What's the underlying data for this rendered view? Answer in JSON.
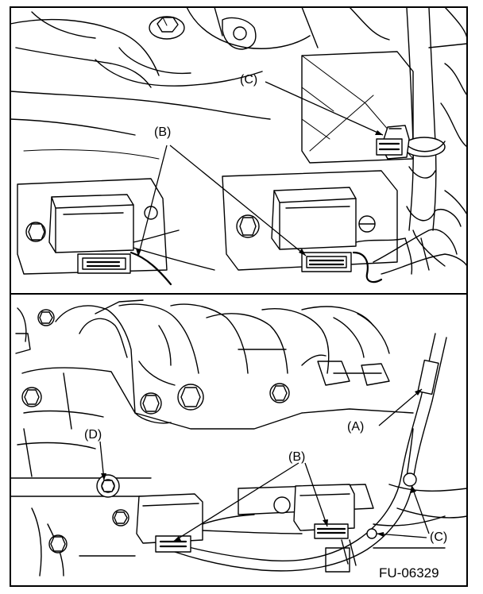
{
  "figure": {
    "code": "FU-06329",
    "top_panel": {
      "callouts": {
        "b": "(B)",
        "c": "(C)"
      }
    },
    "bottom_panel": {
      "callouts": {
        "a": "(A)",
        "b": "(B)",
        "c": "(C)",
        "d": "(D)"
      }
    }
  },
  "colors": {
    "line": "#000000",
    "background": "#ffffff"
  }
}
